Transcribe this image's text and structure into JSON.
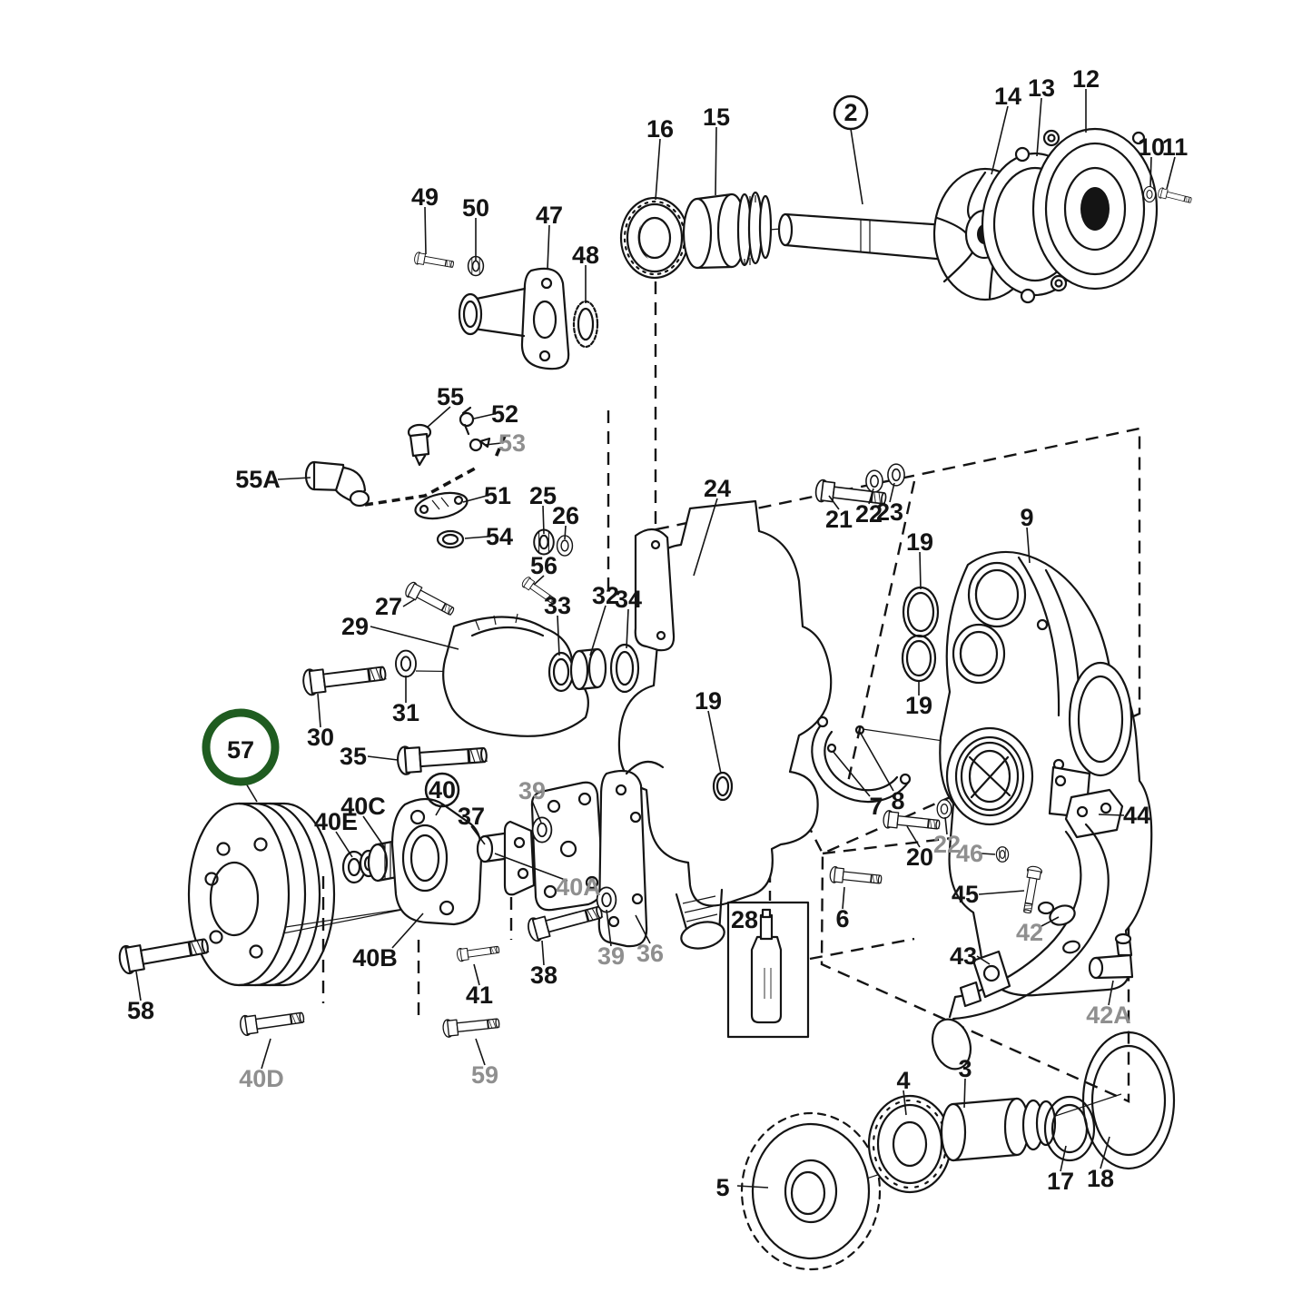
{
  "diagram": {
    "type": "exploded-parts-diagram",
    "subject": "water pump assembly exploded view",
    "background_color": "#ffffff",
    "line_color": "#141414",
    "muted_label_color": "#8f8f8f",
    "highlight_color": "#1f5c20",
    "highlighted_part": "57",
    "circled_callouts": [
      "2",
      "40"
    ]
  },
  "labels": [
    {
      "id": "49",
      "text": "49"
    },
    {
      "id": "50",
      "text": "50"
    },
    {
      "id": "47",
      "text": "47"
    },
    {
      "id": "48",
      "text": "48"
    },
    {
      "id": "16",
      "text": "16"
    },
    {
      "id": "15",
      "text": "15"
    },
    {
      "id": "2",
      "text": "2"
    },
    {
      "id": "14",
      "text": "14"
    },
    {
      "id": "13",
      "text": "13"
    },
    {
      "id": "12",
      "text": "12"
    },
    {
      "id": "10",
      "text": "10"
    },
    {
      "id": "11",
      "text": "11"
    },
    {
      "id": "55",
      "text": "55"
    },
    {
      "id": "52",
      "text": "52"
    },
    {
      "id": "53",
      "text": "53"
    },
    {
      "id": "55A",
      "text": "55A"
    },
    {
      "id": "51",
      "text": "51"
    },
    {
      "id": "54",
      "text": "54"
    },
    {
      "id": "25",
      "text": "25"
    },
    {
      "id": "26",
      "text": "26"
    },
    {
      "id": "56",
      "text": "56"
    },
    {
      "id": "24",
      "text": "24"
    },
    {
      "id": "21",
      "text": "21"
    },
    {
      "id": "22",
      "text": "22"
    },
    {
      "id": "23",
      "text": "23"
    },
    {
      "id": "19a",
      "text": "19"
    },
    {
      "id": "9",
      "text": "9"
    },
    {
      "id": "27",
      "text": "27"
    },
    {
      "id": "29",
      "text": "29"
    },
    {
      "id": "33",
      "text": "33"
    },
    {
      "id": "32",
      "text": "32"
    },
    {
      "id": "34",
      "text": "34"
    },
    {
      "id": "30",
      "text": "30"
    },
    {
      "id": "31",
      "text": "31"
    },
    {
      "id": "35",
      "text": "35"
    },
    {
      "id": "40",
      "text": "40"
    },
    {
      "id": "37",
      "text": "37"
    },
    {
      "id": "39a",
      "text": "39"
    },
    {
      "id": "19b",
      "text": "19"
    },
    {
      "id": "19c",
      "text": "19"
    },
    {
      "id": "7",
      "text": "7"
    },
    {
      "id": "8",
      "text": "8"
    },
    {
      "id": "22b",
      "text": "22"
    },
    {
      "id": "46",
      "text": "46"
    },
    {
      "id": "44",
      "text": "44"
    },
    {
      "id": "20",
      "text": "20"
    },
    {
      "id": "45",
      "text": "45"
    },
    {
      "id": "6",
      "text": "6"
    },
    {
      "id": "42",
      "text": "42"
    },
    {
      "id": "43",
      "text": "43"
    },
    {
      "id": "42A",
      "text": "42A"
    },
    {
      "id": "57",
      "text": "57"
    },
    {
      "id": "40E",
      "text": "40E"
    },
    {
      "id": "40C",
      "text": "40C"
    },
    {
      "id": "40B",
      "text": "40B"
    },
    {
      "id": "40A",
      "text": "40A"
    },
    {
      "id": "36",
      "text": "36"
    },
    {
      "id": "39b",
      "text": "39"
    },
    {
      "id": "38",
      "text": "38"
    },
    {
      "id": "41",
      "text": "41"
    },
    {
      "id": "58",
      "text": "58"
    },
    {
      "id": "40D",
      "text": "40D"
    },
    {
      "id": "59",
      "text": "59"
    },
    {
      "id": "28",
      "text": "28"
    },
    {
      "id": "4",
      "text": "4"
    },
    {
      "id": "3",
      "text": "3"
    },
    {
      "id": "5",
      "text": "5"
    },
    {
      "id": "17",
      "text": "17"
    },
    {
      "id": "18",
      "text": "18"
    }
  ]
}
